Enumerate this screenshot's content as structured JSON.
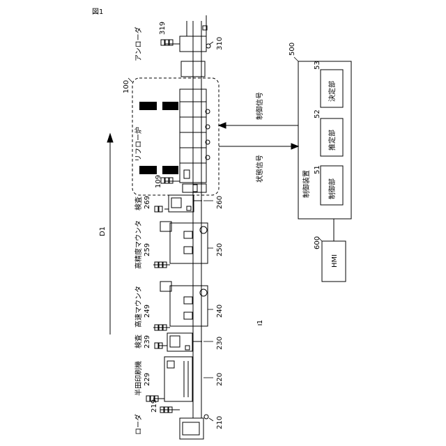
{
  "figure_label": "図1",
  "system_ref": "1",
  "direction_label": "D1",
  "control_device": {
    "ref": "500",
    "title": "制御装置",
    "units": [
      {
        "ref": "53",
        "name": "決定部"
      },
      {
        "ref": "52",
        "name": "推定部"
      },
      {
        "ref": "51",
        "name": "制御部"
      }
    ]
  },
  "hmi": {
    "ref": "600",
    "name": "HMI"
  },
  "signals": {
    "control": "制御信号",
    "state": "状態信号"
  },
  "machines": [
    {
      "ref": "210",
      "name": "ローダ",
      "lamp_ref": "219"
    },
    {
      "ref": "220",
      "name": "半田印刷機",
      "lamp_ref": "229"
    },
    {
      "ref": "230",
      "name": "検査",
      "lamp_ref": "239"
    },
    {
      "ref": "240",
      "name": "高速マウンタ",
      "lamp_ref": "249"
    },
    {
      "ref": "250",
      "name": "高精度マウンタ",
      "lamp_ref": "259"
    },
    {
      "ref": "260",
      "name": "検査",
      "lamp_ref": "269"
    },
    {
      "ref": "100",
      "name": "リフロー炉",
      "lamp_ref": "109"
    },
    {
      "ref": "310",
      "name": "アンローダ",
      "lamp_ref": "319"
    }
  ]
}
